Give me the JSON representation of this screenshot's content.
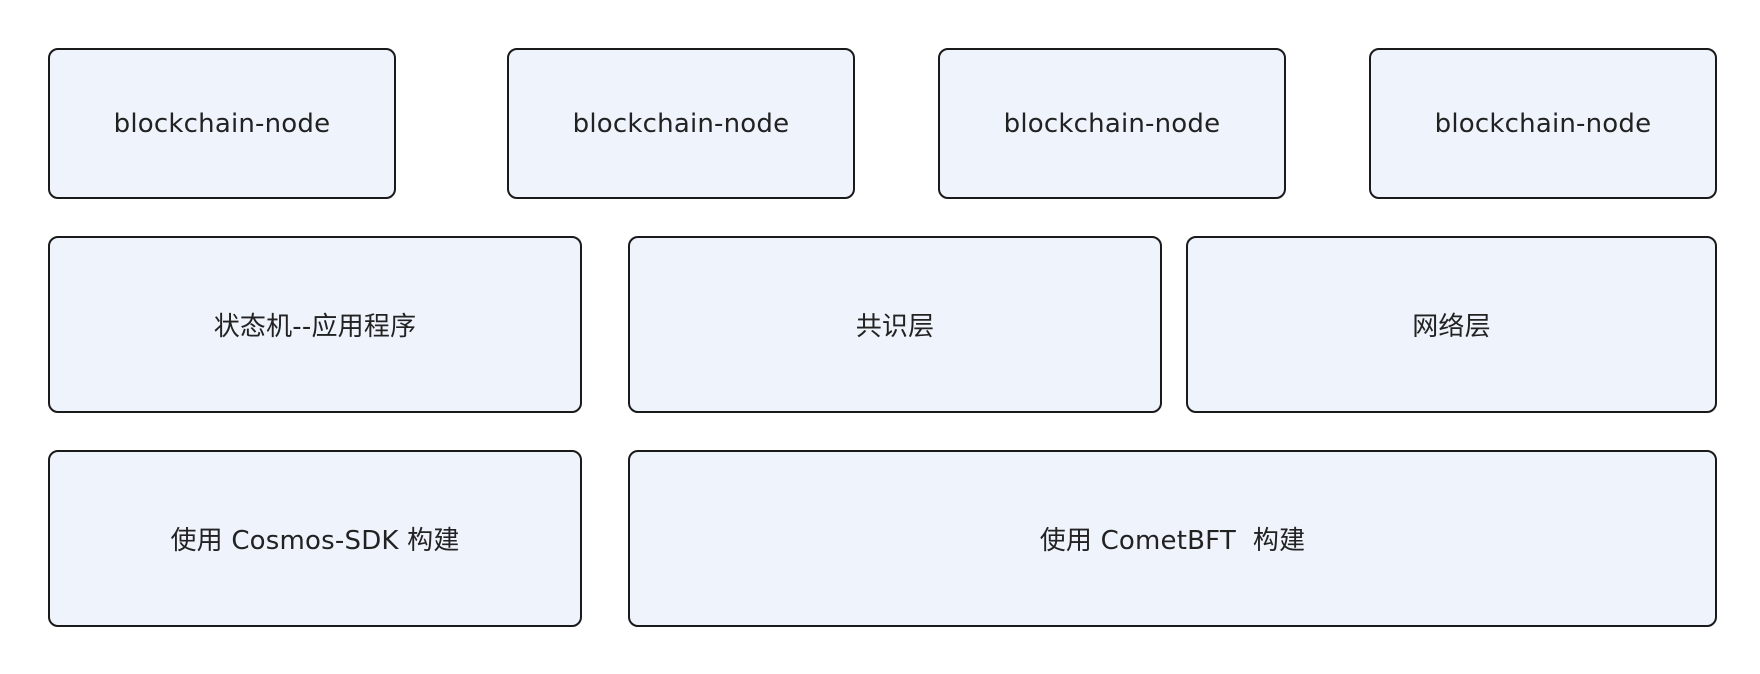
{
  "nodes": [
    {
      "label": "blockchain-node"
    },
    {
      "label": "blockchain-node"
    },
    {
      "label": "blockchain-node"
    },
    {
      "label": "blockchain-node"
    }
  ],
  "layers": {
    "application": "状态机--应用程序",
    "consensus": "共识层",
    "network": "网络层"
  },
  "frameworks": {
    "cosmos": "使用 Cosmos-SDK 构建",
    "comet": "使用 CometBFT  构建"
  },
  "colors": {
    "box_fill": "#eef3fc",
    "box_border": "#1a1a1a",
    "text": "#222222"
  }
}
